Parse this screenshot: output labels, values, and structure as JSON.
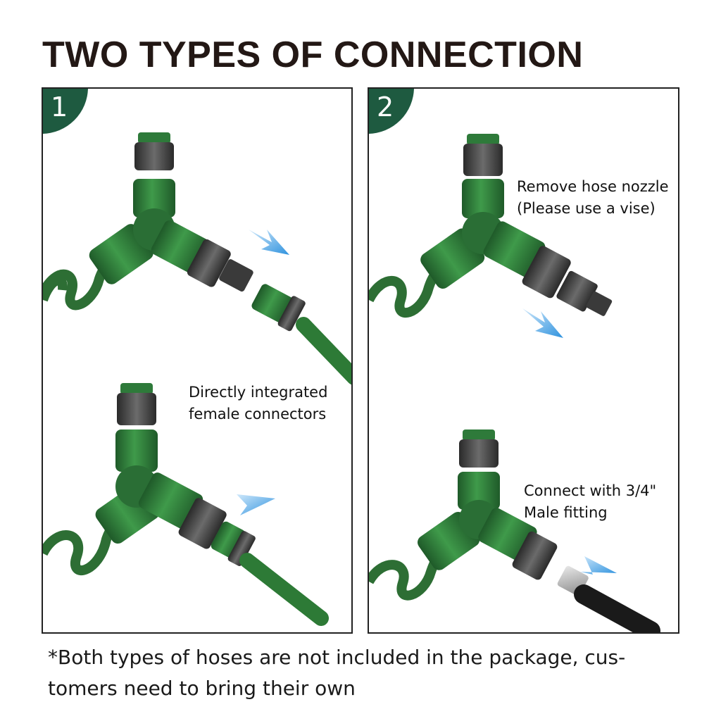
{
  "title": "TWO TYPES OF CONNECTION",
  "panels": [
    {
      "number": "1",
      "label_lines": [
        "Directly integrated",
        "female connectors"
      ]
    },
    {
      "number": "2",
      "top_label_lines": [
        "Remove hose nozzle",
        "(Please use a vise)"
      ],
      "bottom_label_lines": [
        "Connect with 3/4\"",
        "Male fitting"
      ]
    }
  ],
  "footer_lines": [
    "*Both types of hoses are not included in the package, cus-",
    "tomers need to bring their own"
  ],
  "colors": {
    "badge": "#1e5a40",
    "connector_green": "#2f7a3a",
    "arrow_blue": "#3a9be0",
    "hose_black": "#1a1a1a"
  }
}
